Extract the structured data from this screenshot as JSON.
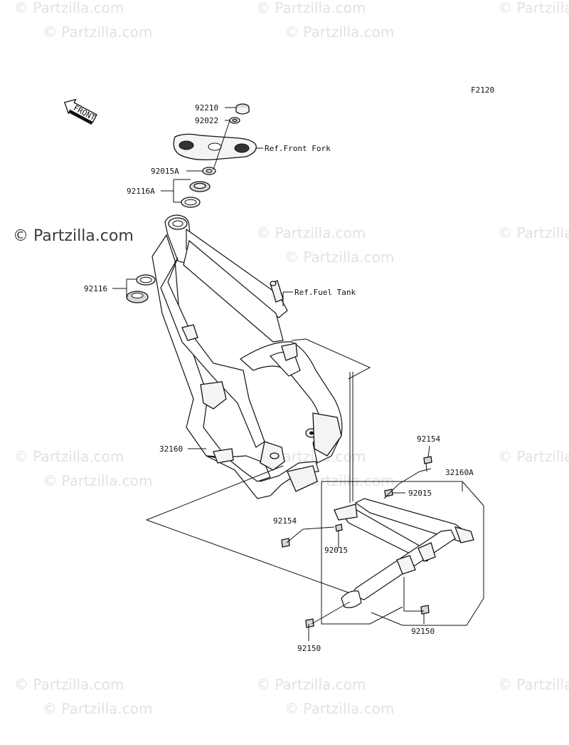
{
  "diagram_code": "F2120",
  "watermark_text": "© Partzilla.com",
  "front_arrow_label": "FRONT",
  "refs": {
    "front_fork": "Ref.Front Fork",
    "fuel_tank": "Ref.Fuel Tank"
  },
  "parts": [
    {
      "id": "p92210",
      "label": "92210"
    },
    {
      "id": "p92022",
      "label": "92022"
    },
    {
      "id": "p92015A",
      "label": "92015A"
    },
    {
      "id": "p92116A",
      "label": "92116A"
    },
    {
      "id": "p92116",
      "label": "92116"
    },
    {
      "id": "p32160",
      "label": "32160"
    },
    {
      "id": "p92154a",
      "label": "92154"
    },
    {
      "id": "p32160A",
      "label": "32160A"
    },
    {
      "id": "p92015a",
      "label": "92015"
    },
    {
      "id": "p92154b",
      "label": "92154"
    },
    {
      "id": "p92015b",
      "label": "92015"
    },
    {
      "id": "p92150a",
      "label": "92150"
    },
    {
      "id": "p92150b",
      "label": "92150"
    }
  ]
}
